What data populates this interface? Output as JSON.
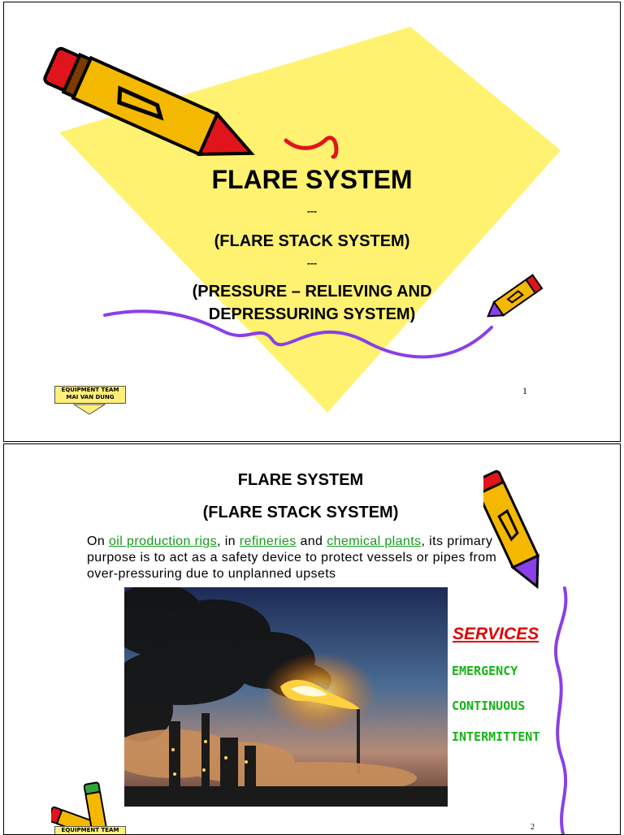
{
  "slide1": {
    "title": "FLARE SYSTEM",
    "separator1": "---",
    "subtitle": "(FLARE STACK SYSTEM)",
    "separator2": "---",
    "line1": "(PRESSURE – RELIEVING AND",
    "line2": "DEPRESSURING SYSTEM)",
    "badge_line1": "EQUIPMENT TEAM",
    "badge_line2": "MAI VAN DUNG",
    "page_number": "1"
  },
  "slide2": {
    "title": "FLARE SYSTEM",
    "subtitle": "(FLARE STACK SYSTEM)",
    "body": {
      "prefix": "On ",
      "link1": "oil production rigs",
      "mid1": ", in ",
      "link2": "refineries",
      "mid2": " and ",
      "link3": "chemical plants",
      "suffix": ", its primary purpose is to act as a safety device to protect vessels or pipes from over-pressuring due to unplanned upsets"
    },
    "services_heading": "SERVICES",
    "services": [
      "EMERGENCY",
      "CONTINUOUS",
      "INTERMITTENT"
    ],
    "badge_line1": "EQUIPMENT TEAM",
    "page_number": "2"
  },
  "colors": {
    "diamond": "#fff270",
    "squiggle": "#8a3fe8",
    "link": "#159a1c",
    "services_heading": "#e00000",
    "services_items": "#15b515",
    "pencil_body": "#f5b800",
    "pencil_tip": "#e0151c"
  },
  "icons": [
    "pencil-icon",
    "arrow-down-icon"
  ]
}
